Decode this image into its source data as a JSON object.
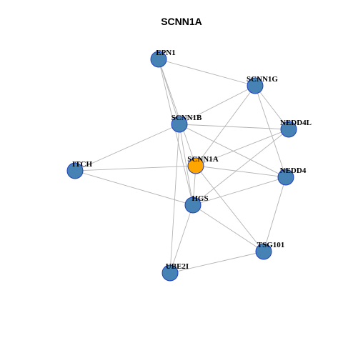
{
  "title": "SCNN1A",
  "colors": {
    "center_fill": "#FFA500",
    "node_fill": "#4682B4",
    "node_stroke": "#1F3FBF",
    "edge": "#B3B3B3"
  },
  "nodes": [
    {
      "id": "EPN1",
      "label": "EPN1",
      "center": false
    },
    {
      "id": "SCNN1G",
      "label": "SCNN1G",
      "center": false
    },
    {
      "id": "SCNN1B",
      "label": "SCNN1B",
      "center": false
    },
    {
      "id": "NEDD4L",
      "label": "NEDD4L",
      "center": false
    },
    {
      "id": "SCNN1A",
      "label": "SCNN1A",
      "center": true
    },
    {
      "id": "ITCH",
      "label": "ITCH",
      "center": false
    },
    {
      "id": "NEDD4",
      "label": "NEDD4",
      "center": false
    },
    {
      "id": "HGS",
      "label": "HGS",
      "center": false
    },
    {
      "id": "TSG101",
      "label": "TSG101",
      "center": false
    },
    {
      "id": "UBE2I",
      "label": "UBE2I",
      "center": false
    }
  ],
  "edges": [
    [
      "EPN1",
      "SCNN1G"
    ],
    [
      "EPN1",
      "SCNN1B"
    ],
    [
      "EPN1",
      "SCNN1A"
    ],
    [
      "EPN1",
      "HGS"
    ],
    [
      "SCNN1G",
      "SCNN1B"
    ],
    [
      "SCNN1G",
      "SCNN1A"
    ],
    [
      "SCNN1G",
      "NEDD4L"
    ],
    [
      "SCNN1G",
      "NEDD4"
    ],
    [
      "SCNN1B",
      "NEDD4L"
    ],
    [
      "SCNN1B",
      "NEDD4"
    ],
    [
      "SCNN1B",
      "ITCH"
    ],
    [
      "SCNN1B",
      "HGS"
    ],
    [
      "SCNN1B",
      "UBE2I"
    ],
    [
      "SCNN1A",
      "NEDD4L"
    ],
    [
      "SCNN1A",
      "NEDD4"
    ],
    [
      "SCNN1A",
      "ITCH"
    ],
    [
      "SCNN1A",
      "HGS"
    ],
    [
      "SCNN1A",
      "TSG101"
    ],
    [
      "ITCH",
      "HGS"
    ],
    [
      "NEDD4L",
      "HGS"
    ],
    [
      "NEDD4",
      "HGS"
    ],
    [
      "NEDD4",
      "TSG101"
    ],
    [
      "HGS",
      "TSG101"
    ],
    [
      "HGS",
      "UBE2I"
    ],
    [
      "TSG101",
      "UBE2I"
    ]
  ]
}
